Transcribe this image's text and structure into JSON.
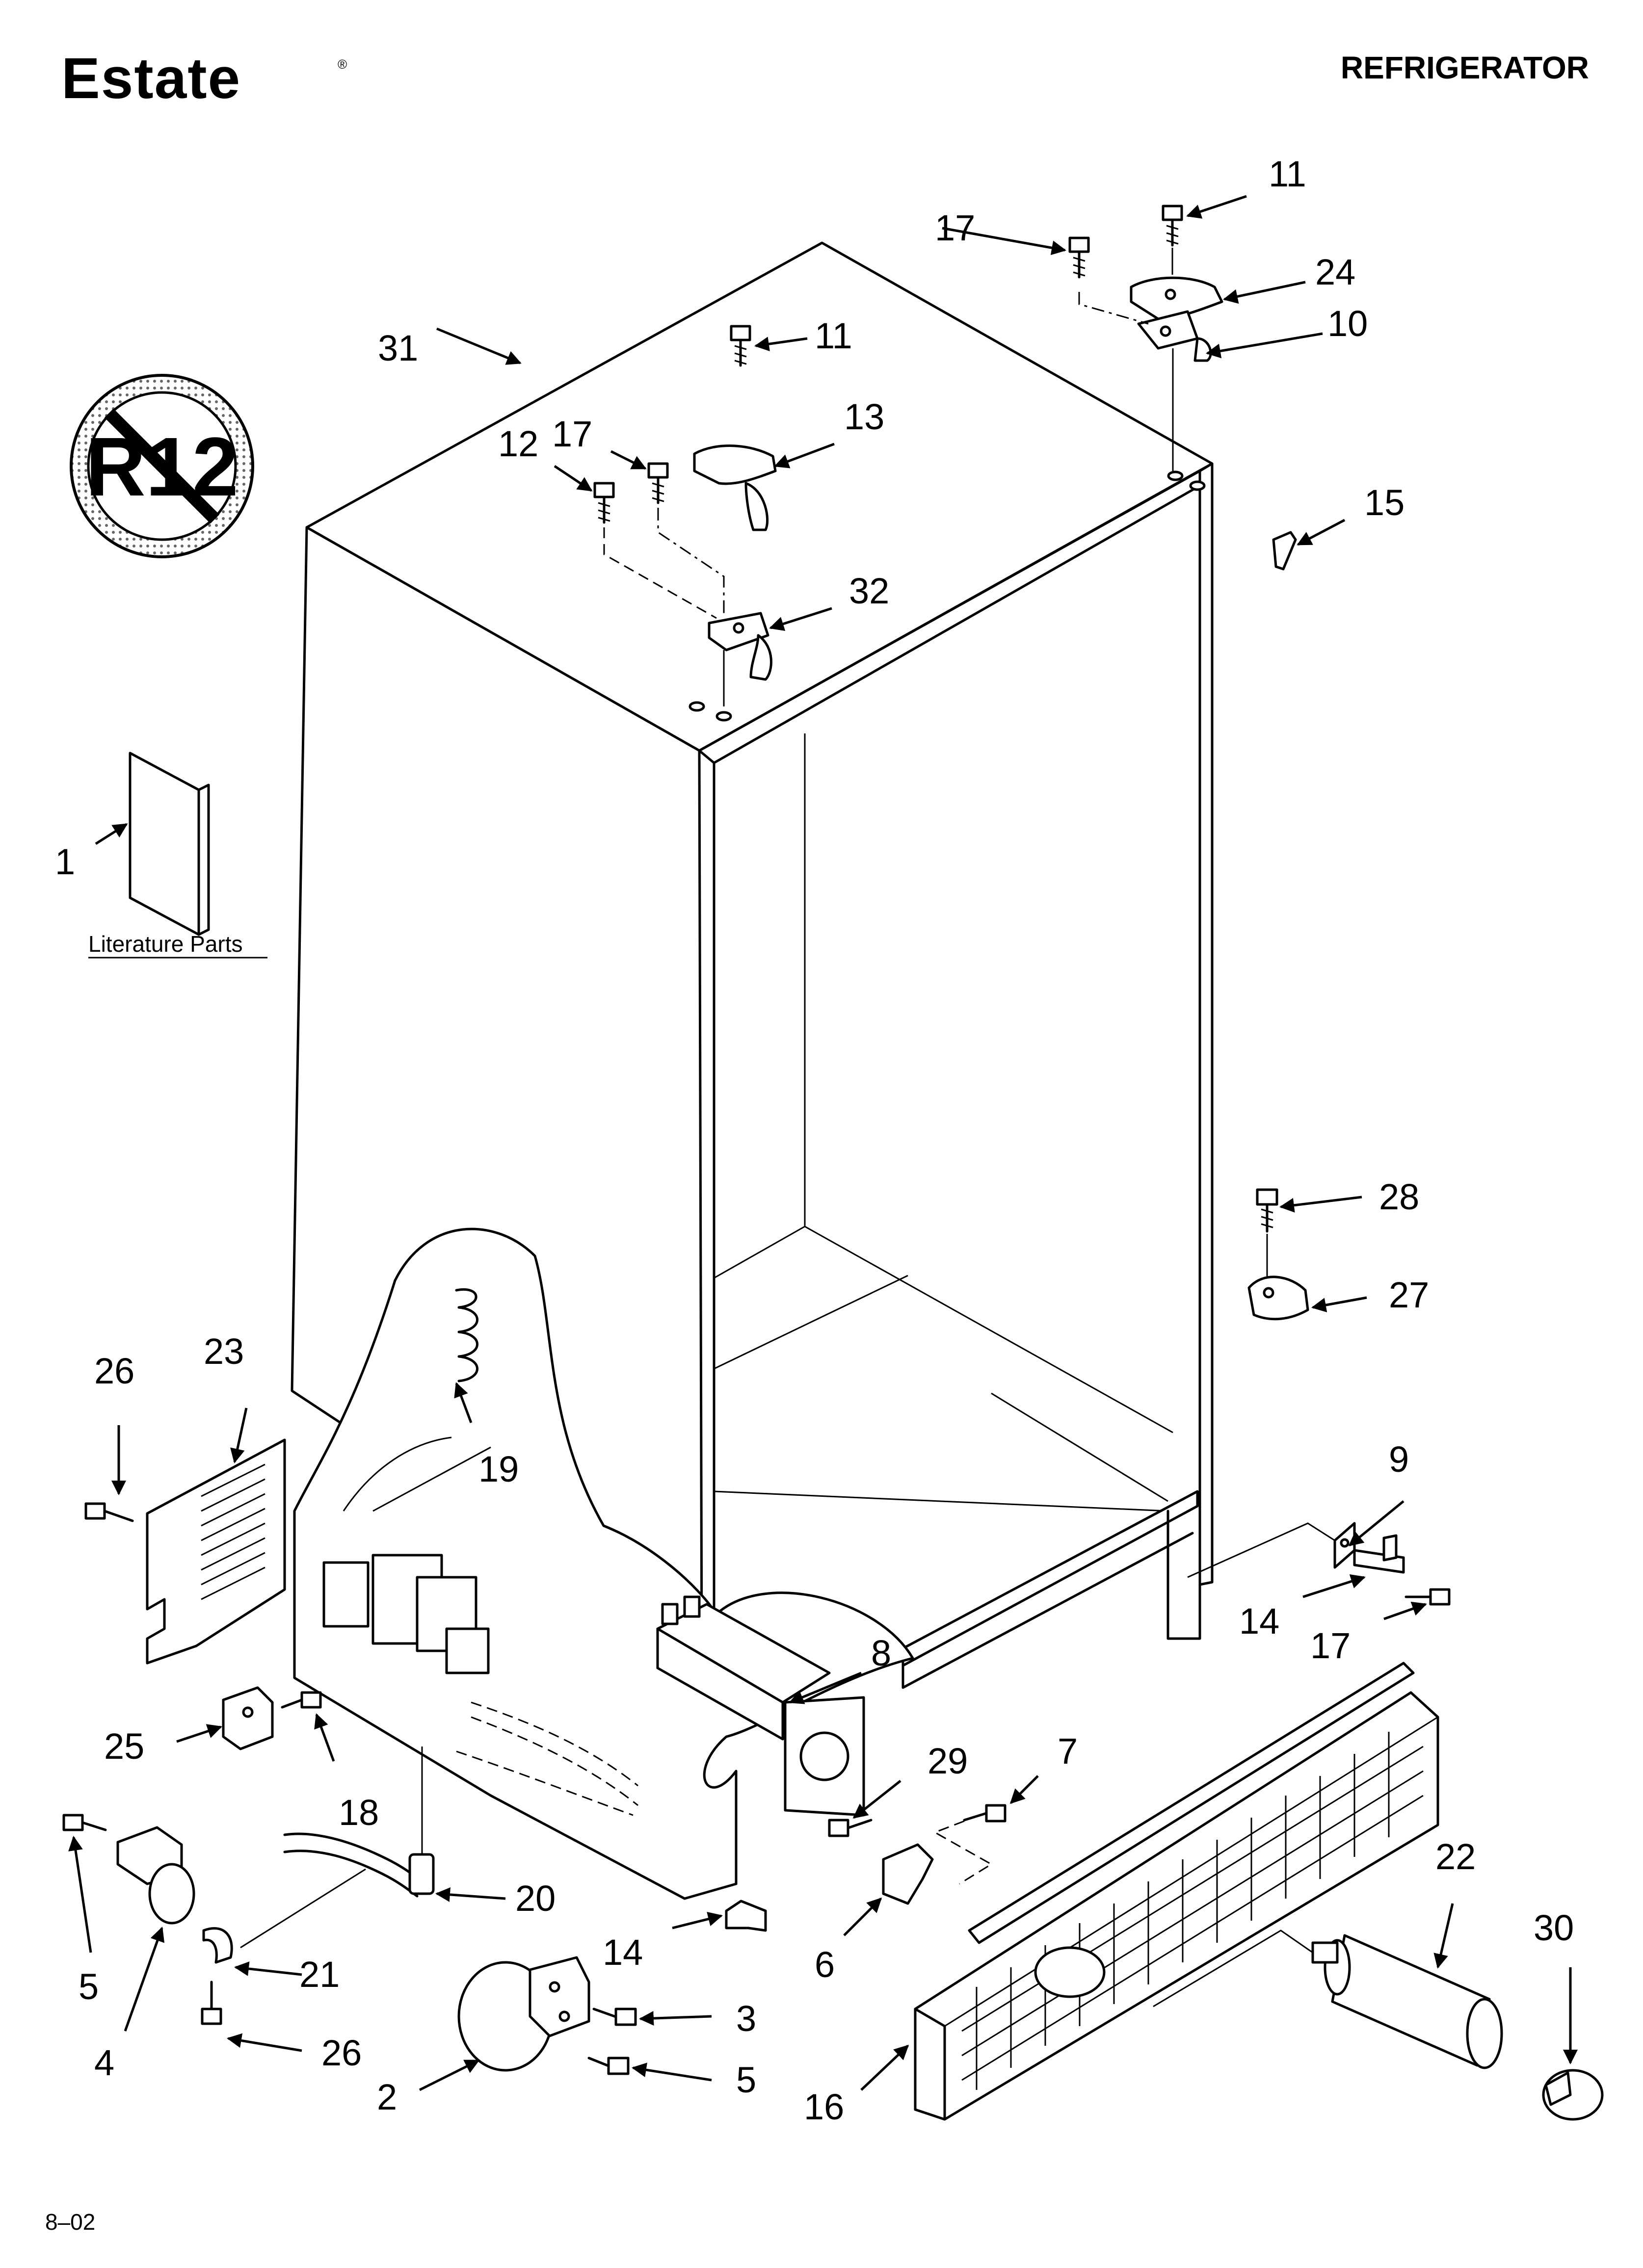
{
  "header": {
    "brand": "Estate",
    "brand_mark": "®",
    "title": "REFRIGERATOR"
  },
  "badge": {
    "text": "R12",
    "icon": "no-r12-refrigerant-icon"
  },
  "literature": {
    "label": "Literature Parts"
  },
  "footer": {
    "code": "8–02"
  },
  "callouts": [
    {
      "id": "c1",
      "label": "1"
    },
    {
      "id": "c2",
      "label": "2"
    },
    {
      "id": "c3",
      "label": "3"
    },
    {
      "id": "c4",
      "label": "4"
    },
    {
      "id": "c5a",
      "label": "5"
    },
    {
      "id": "c5b",
      "label": "5"
    },
    {
      "id": "c6",
      "label": "6"
    },
    {
      "id": "c7",
      "label": "7"
    },
    {
      "id": "c8",
      "label": "8"
    },
    {
      "id": "c9",
      "label": "9"
    },
    {
      "id": "c10",
      "label": "10"
    },
    {
      "id": "c11a",
      "label": "11"
    },
    {
      "id": "c11b",
      "label": "11"
    },
    {
      "id": "c12",
      "label": "12"
    },
    {
      "id": "c13",
      "label": "13"
    },
    {
      "id": "c14a",
      "label": "14"
    },
    {
      "id": "c14b",
      "label": "14"
    },
    {
      "id": "c15",
      "label": "15"
    },
    {
      "id": "c16",
      "label": "16"
    },
    {
      "id": "c17a",
      "label": "17"
    },
    {
      "id": "c17b",
      "label": "17"
    },
    {
      "id": "c17c",
      "label": "17"
    },
    {
      "id": "c18",
      "label": "18"
    },
    {
      "id": "c19",
      "label": "19"
    },
    {
      "id": "c20",
      "label": "20"
    },
    {
      "id": "c21",
      "label": "21"
    },
    {
      "id": "c22",
      "label": "22"
    },
    {
      "id": "c23",
      "label": "23"
    },
    {
      "id": "c24",
      "label": "24"
    },
    {
      "id": "c25",
      "label": "25"
    },
    {
      "id": "c26a",
      "label": "26"
    },
    {
      "id": "c26b",
      "label": "26"
    },
    {
      "id": "c27",
      "label": "27"
    },
    {
      "id": "c28",
      "label": "28"
    },
    {
      "id": "c29",
      "label": "29"
    },
    {
      "id": "c30",
      "label": "30"
    },
    {
      "id": "c31",
      "label": "31"
    },
    {
      "id": "c32",
      "label": "32"
    }
  ]
}
